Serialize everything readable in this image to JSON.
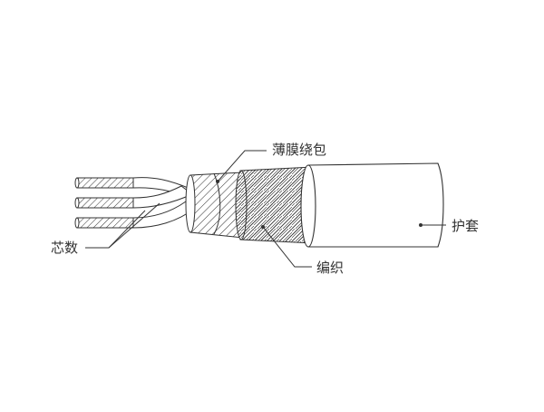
{
  "labels": {
    "film_wrap": "薄膜绕包",
    "jacket": "护套",
    "braid": "编织",
    "cores": "芯数"
  },
  "colors": {
    "stroke": "#333333",
    "jacket_fill": "#ffffff",
    "text": "#333333"
  }
}
